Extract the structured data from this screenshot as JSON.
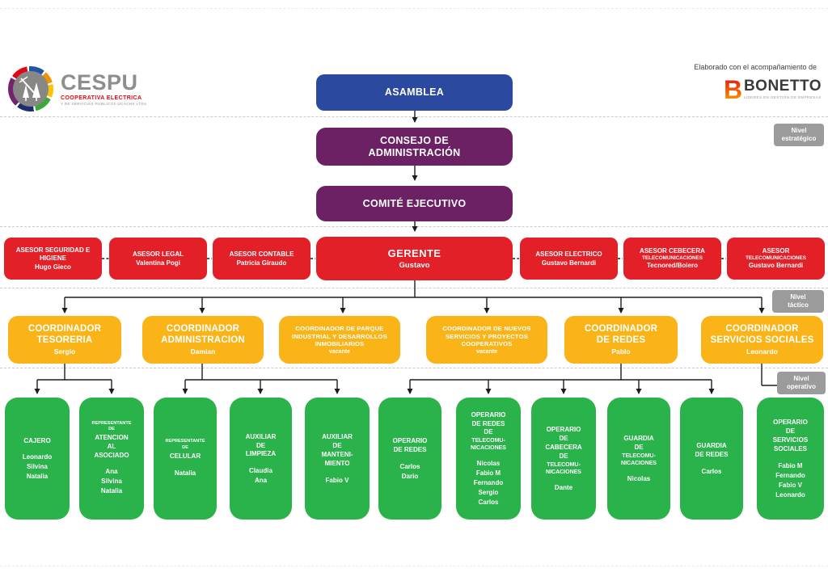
{
  "header": {
    "logo": {
      "name": "CESPU",
      "tagline1": "COOPERATIVA ELECTRICA",
      "tagline2": "Y DE SERVICIOS PUBLICOS UCACHA LTDA"
    },
    "credit": "Elaborado con el acompañamiento de",
    "partner": {
      "name": "BONETTO",
      "tagline": "LIDERES EN GESTION DE EMPRESAS"
    }
  },
  "levels": {
    "strategic": "Nivel\nestratégico",
    "tactical": "Nivel\ntáctico",
    "operational": "Nivel\noperativo"
  },
  "org": {
    "asamblea": "ASAMBLEA",
    "consejo": "CONSEJO DE\nADMINISTRACIÓN",
    "comite": "COMITÉ EJECUTIVO",
    "gerente": {
      "title": "GERENTE",
      "name": "Gustavo"
    },
    "asesores": [
      {
        "title": "ASESOR SEGURIDAD E\nHIGIENE",
        "title2": "",
        "name": "Hugo Gieco"
      },
      {
        "title": "ASESOR LEGAL",
        "title2": "",
        "name": "Valentina Pogi"
      },
      {
        "title": "ASESOR CONTABLE",
        "title2": "",
        "name": "Patricia Giraudo"
      },
      {
        "title": "ASESOR ELECTRICO",
        "title2": "",
        "name": "Gustavo Bernardi"
      },
      {
        "title": "ASESOR CEBECERA",
        "title2": "TELECOMUNICACIONES",
        "name": "Tecnored/Boiero"
      },
      {
        "title": "ASESOR",
        "title2": "TELECOMUNICACIONES",
        "name": "Gustavo Bernardi"
      }
    ],
    "coordinadores": [
      {
        "title": "COORDINADOR\nTESORERIA",
        "name": "Sergio"
      },
      {
        "title": "COORDINADOR\nADMINISTRACION",
        "name": "Damian"
      },
      {
        "title": "COORDINADOR DE PARQUE\nINDUSTRIAL Y DESARROLLOS\nINMOBILIARIOS",
        "name": "vacante"
      },
      {
        "title": "COORDINADOR DE NUEVOS\nSERVICIOS Y PROYECTOS\nCOOPERATIVOS",
        "name": "vacante"
      },
      {
        "title": "COORDINADOR\nDE REDES",
        "name": "Pablo"
      },
      {
        "title": "COORDINADOR\nSERVICIOS SOCIALES",
        "name": "Leonardo"
      }
    ],
    "operativos": [
      {
        "pre": "",
        "title": "CAJERO",
        "title2": "",
        "names": "Leonardo\nSilvina\nNatalia"
      },
      {
        "pre": "REPRESENTANTE\nDE",
        "title": "ATENCION\nAL\nASOCIADO",
        "title2": "",
        "names": "Ana\nSilvina\nNatalia"
      },
      {
        "pre": "REPRESENTANTE\nDE",
        "title": "CELULAR",
        "title2": "",
        "names": "Natalia"
      },
      {
        "pre": "",
        "title": "AUXILIAR\nDE\nLIMPIEZA",
        "title2": "",
        "names": "Claudia\nAna"
      },
      {
        "pre": "",
        "title": "AUXILIAR\nDE\nMANTENI-\nMIENTO",
        "title2": "",
        "names": "Fabio V"
      },
      {
        "pre": "",
        "title": "OPERARIO\nDE REDES",
        "title2": "",
        "names": "Carlos\nDario"
      },
      {
        "pre": "",
        "title": "OPERARIO\nDE REDES\nDE",
        "title2": "TELECOMU-\nNICACIONES",
        "names": "Nicolas\nFabio M\nFernando\nSergio\nCarlos"
      },
      {
        "pre": "",
        "title": "OPERARIO\nDE\nCABECERA\nDE",
        "title2": "TELECOMU-\nNICACIONES",
        "names": "Dante"
      },
      {
        "pre": "",
        "title": "GUARDIA\nDE",
        "title2": "TELECOMU-\nNICACIONES",
        "names": "Nicolas"
      },
      {
        "pre": "",
        "title": "GUARDIA\nDE REDES",
        "title2": "",
        "names": "Carlos"
      },
      {
        "pre": "",
        "title": "OPERARIO\nDE\nSERVICIOS\nSOCIALES",
        "title2": "",
        "names": "Fabio M\nFernando\nFabio V\nLeonardo"
      }
    ]
  },
  "colors": {
    "strategic_blue": "#2B4A9F",
    "council_purple": "#6B2163",
    "advisor_red": "#E31F28",
    "coordinator_yellow": "#FBB418",
    "operative_green": "#2AB24B",
    "level_gray": "#9C9B9B",
    "connector_black": "#1D1D1B",
    "dashed_gray": "#CBCBCB"
  }
}
